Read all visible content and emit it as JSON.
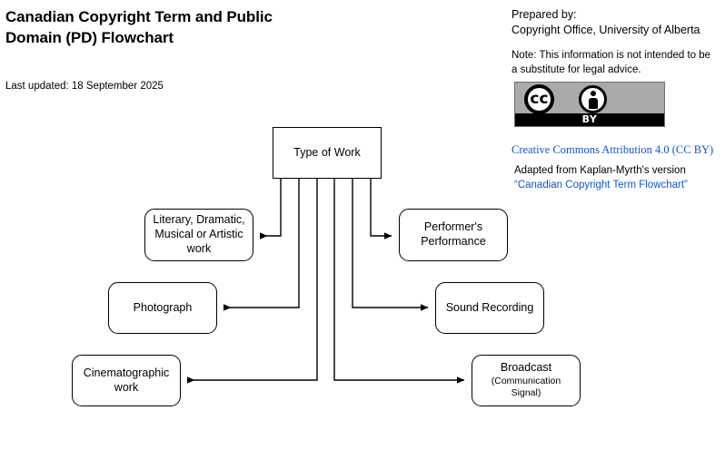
{
  "header": {
    "title": "Canadian Copyright Term and Public Domain (PD) Flowchart",
    "last_updated": "Last updated: 18 September 2025"
  },
  "meta": {
    "prepared_by_label": "Prepared by:",
    "prepared_by_value": "Copyright Office, University of Alberta",
    "note": "Note:  This information is not intended to be a substitute for legal advice.",
    "license": {
      "badge_cc_text": "cc",
      "badge_by_text": "BY",
      "link_text": "Creative Commons Attribution 4.0 (CC BY)",
      "link_color": "#1155cc"
    },
    "adapted_prefix": "Adapted from Kaplan-Myrth's version",
    "adapted_link_text": "“Canadian Copyright Term Flowchart”"
  },
  "flowchart": {
    "type": "flowchart",
    "root": {
      "id": "type-of-work",
      "label": "Type of Work",
      "shape": "rectangle"
    },
    "nodes": [
      {
        "id": "literary",
        "label": "Literary, Dramatic, Musical or Artistic work",
        "sub": "",
        "shape": "rounded-rectangle"
      },
      {
        "id": "performer",
        "label": "Performer's Performance",
        "sub": "",
        "shape": "rounded-rectangle"
      },
      {
        "id": "photograph",
        "label": "Photograph",
        "sub": "",
        "shape": "rounded-rectangle"
      },
      {
        "id": "sound",
        "label": "Sound Recording",
        "sub": "",
        "shape": "rounded-rectangle"
      },
      {
        "id": "cinema",
        "label": "Cinematographic work",
        "sub": "",
        "shape": "rounded-rectangle"
      },
      {
        "id": "broadcast",
        "label": "Broadcast",
        "sub": "(Communication Signal)",
        "shape": "rounded-rectangle"
      }
    ],
    "edges": [
      {
        "from": "type-of-work",
        "to": "literary",
        "direction": "left"
      },
      {
        "from": "type-of-work",
        "to": "photograph",
        "direction": "left"
      },
      {
        "from": "type-of-work",
        "to": "cinema",
        "direction": "left"
      },
      {
        "from": "type-of-work",
        "to": "broadcast",
        "direction": "right"
      },
      {
        "from": "type-of-work",
        "to": "sound",
        "direction": "right"
      },
      {
        "from": "type-of-work",
        "to": "performer",
        "direction": "right"
      }
    ],
    "line_color": "#000000",
    "node_border_color": "#000000",
    "node_fill_color": "#ffffff"
  }
}
